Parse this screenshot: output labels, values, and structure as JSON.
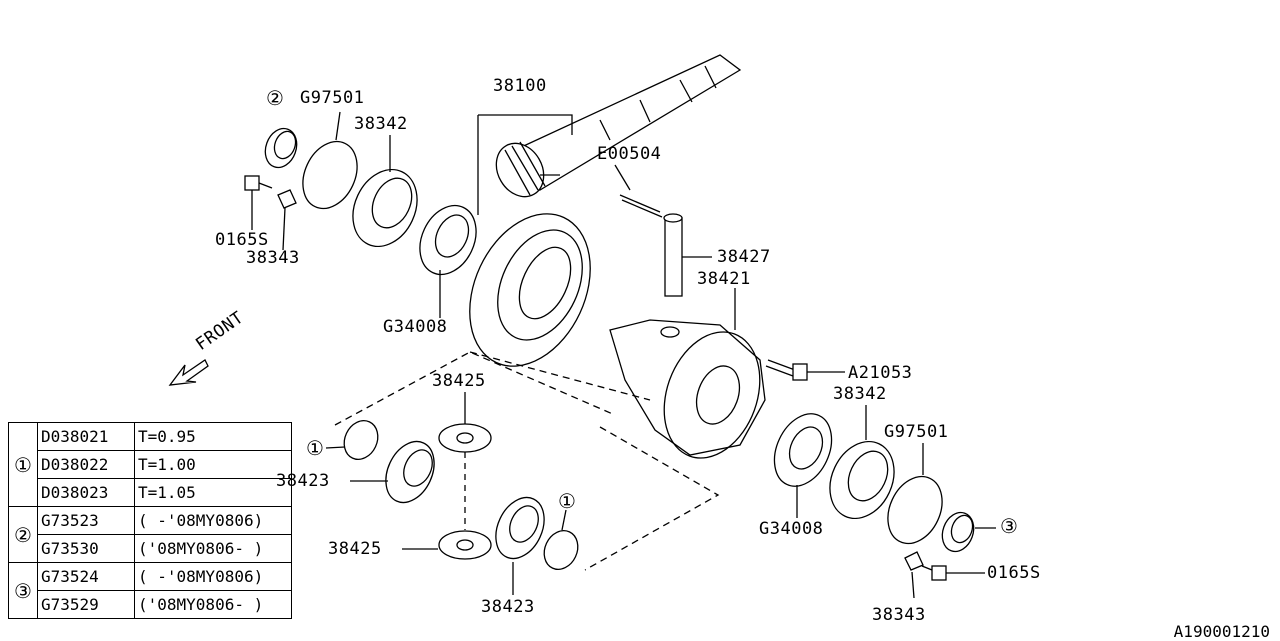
{
  "diagram": {
    "reference_code": "A190001210",
    "front_label": "FRONT",
    "callouts": {
      "c1": "①",
      "c2": "②",
      "c3": "③"
    },
    "parts": {
      "p38100": "38100",
      "pE00504": "E00504",
      "pG97501_top": "G97501",
      "p38342_top": "38342",
      "p0165S_top": "0165S",
      "p38343_top": "38343",
      "p38427": "38427",
      "p38421": "38421",
      "pG34008_top": "G34008",
      "pA21053": "A21053",
      "p38425_top": "38425",
      "p38342_bot": "38342",
      "pG97501_bot": "G97501",
      "p38423_top": "38423",
      "pG34008_bot": "G34008",
      "p38425_bot": "38425",
      "p0165S_bot": "0165S",
      "p38423_bot": "38423",
      "p38343_bot": "38343"
    }
  },
  "legend_table": {
    "groups": [
      {
        "mark": "①",
        "rows": [
          {
            "code": "D038021",
            "value": "T=0.95"
          },
          {
            "code": "D038022",
            "value": "T=1.00"
          },
          {
            "code": "D038023",
            "value": "T=1.05"
          }
        ]
      },
      {
        "mark": "②",
        "rows": [
          {
            "code": "G73523",
            "value": "( -'08MY0806)"
          },
          {
            "code": "G73530",
            "value": "('08MY0806- )"
          }
        ]
      },
      {
        "mark": "③",
        "rows": [
          {
            "code": "G73524",
            "value": "( -'08MY0806)"
          },
          {
            "code": "G73529",
            "value": "('08MY0806- )"
          }
        ]
      }
    ]
  }
}
